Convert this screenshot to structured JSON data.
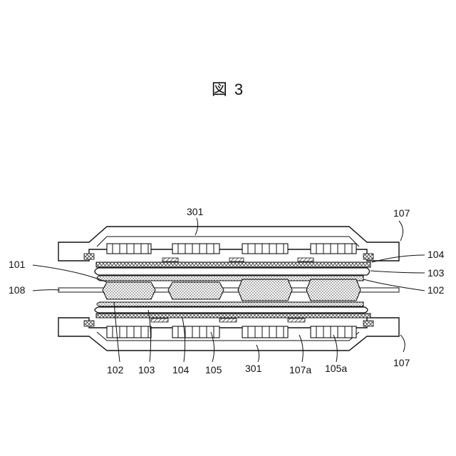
{
  "figure": {
    "title": "図 3",
    "labels": {
      "top_301": "301",
      "top_107": "107",
      "left_101": "101",
      "left_108": "108",
      "right_104": "104",
      "right_103": "103",
      "right_102": "102",
      "bottom_102": "102",
      "bottom_103": "103",
      "bottom_104": "104",
      "bottom_105": "105",
      "bottom_301": "301",
      "bottom_107a": "107a",
      "bottom_105a": "105a",
      "bottom_107": "107"
    }
  }
}
